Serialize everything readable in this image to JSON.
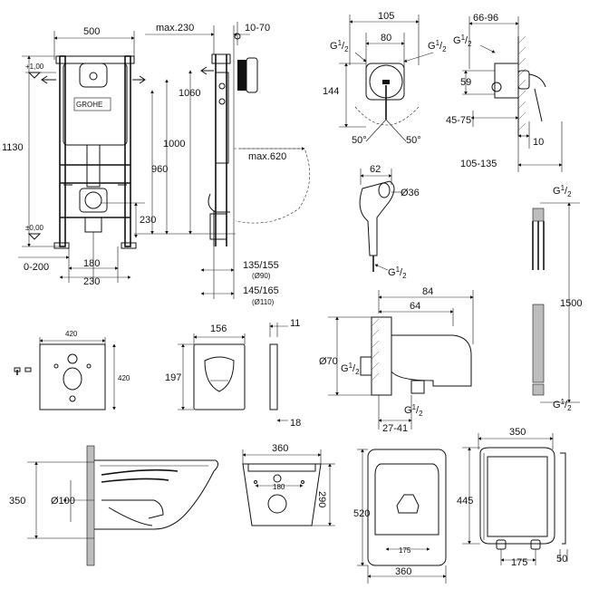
{
  "frame": {
    "w500": "500",
    "max230": "max.230",
    "r10_70": "10-70",
    "h1130": "1130",
    "h1060": "1060",
    "h1000": "1000",
    "h960": "960",
    "h230": "230",
    "maxw620": "max.620",
    "plus100": "+1,00",
    "zero": "±0,00",
    "b0_200": "0-200",
    "b180": "180",
    "b230": "230",
    "p135_155": "135/155",
    "p90": "(Ø90)",
    "p145_165": "145/165",
    "p110": "(Ø110)",
    "brand": "GROHE"
  },
  "mixer": {
    "w105": "105",
    "w80": "80",
    "g": "G",
    "sup": "1",
    "sub": "2",
    "h144": "144",
    "a50l": "50°",
    "a50r": "50°",
    "r45_75": "45-75"
  },
  "side_mixer": {
    "r66_96": "66-96",
    "h59": "59",
    "r10": "10",
    "r105_135": "105-135"
  },
  "shower": {
    "w62": "62",
    "d36": "Ø36"
  },
  "hose": {
    "l1500": "1500"
  },
  "plate_a": {
    "w420": "420",
    "h420": "420"
  },
  "plate_b": {
    "w156": "156",
    "h197": "197",
    "t11": "11",
    "t18": "18"
  },
  "elbow": {
    "w84": "84",
    "w64": "64",
    "d70": "Ø70",
    "r27_41": "27-41"
  },
  "bowl": {
    "h350": "350",
    "d100": "Ø100"
  },
  "bowl_top": {
    "w360": "360",
    "h290": "290",
    "c180": "180"
  },
  "bowl_plan": {
    "h520": "520",
    "c175": "175",
    "w360": "360"
  },
  "seat": {
    "w350": "350",
    "h445": "445",
    "c175": "175",
    "t50": "50"
  }
}
